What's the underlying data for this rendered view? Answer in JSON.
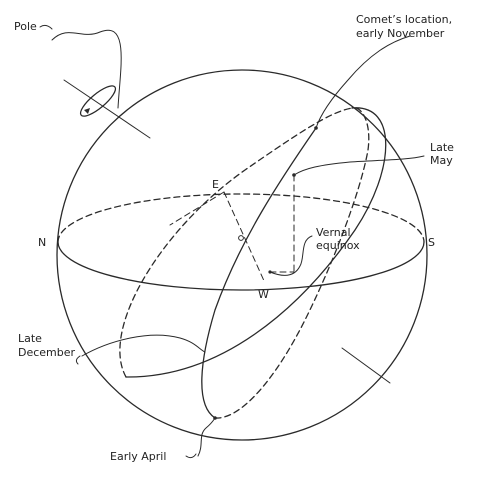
{
  "labels": {
    "pole": "Pole",
    "comet_line1": "Comet’s location,",
    "comet_line2": "early November",
    "late_may_line1": "Late",
    "late_may_line2": "May",
    "vernal_line1": "Vernal",
    "vernal_line2": "equinox",
    "late_dec_line1": "Late",
    "late_dec_line2": "December",
    "early_april": "Early April",
    "north": "N",
    "south": "S",
    "east": "E",
    "west": "W"
  },
  "colors": {
    "ink": "#2a2a2a",
    "background": "#ffffff"
  }
}
